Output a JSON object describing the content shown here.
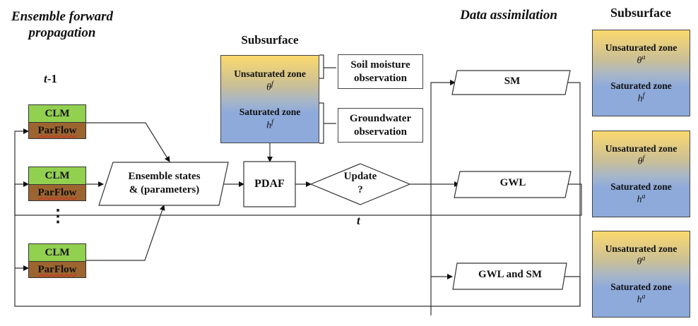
{
  "headings": {
    "left": "Ensemble forward propagation",
    "middle": "Subsurface",
    "data_assimilation": "Data assimilation",
    "right": "Subsurface"
  },
  "time_labels": {
    "prev": "t-1",
    "prev_t": "t",
    "prev_rest": "-1",
    "current": "t"
  },
  "ensemble_members": [
    {
      "top": "CLM",
      "bottom": "ParFlow"
    },
    {
      "top": "CLM",
      "bottom": "ParFlow"
    },
    {
      "top": "CLM",
      "bottom": "ParFlow"
    }
  ],
  "ellipsis": "⋮",
  "ensemble_states": {
    "line1": "Ensemble states",
    "line2": "& (parameters)"
  },
  "pdaf": "PDAF",
  "decision": {
    "line1": "Update",
    "line2": "?"
  },
  "forecast_subsurface": {
    "unsat_label": "Unsaturated zone",
    "unsat_sym": "θ",
    "unsat_sup": "f",
    "sat_label": "Saturated zone",
    "sat_sym": "h",
    "sat_sup": "f"
  },
  "observations": [
    {
      "line1": "Soil moisture",
      "line2": "observation"
    },
    {
      "line1": "Groundwater",
      "line2": "observation"
    }
  ],
  "update_options": [
    "SM",
    "GWL",
    "GWL and SM"
  ],
  "analysis_subsurface": [
    {
      "unsat_label": "Unsaturated zone",
      "unsat_sym": "θ",
      "unsat_sup": "a",
      "sat_label": "Saturated zone",
      "sat_sym": "h",
      "sat_sup": "f"
    },
    {
      "unsat_label": "Unsaturated zone",
      "unsat_sym": "θ",
      "unsat_sup": "f",
      "sat_label": "Saturated zone",
      "sat_sym": "h",
      "sat_sup": "a"
    },
    {
      "unsat_label": "Unsaturated zone",
      "unsat_sym": "θ",
      "unsat_sup": "a",
      "sat_label": "Saturated zone",
      "sat_sym": "h",
      "sat_sup": "a"
    }
  ],
  "colors": {
    "clm_green": "#92d050",
    "parflow_brown": "#9c6530",
    "unsaturated_yellow": "#fbd96e",
    "saturated_blue": "#8eaadb"
  }
}
